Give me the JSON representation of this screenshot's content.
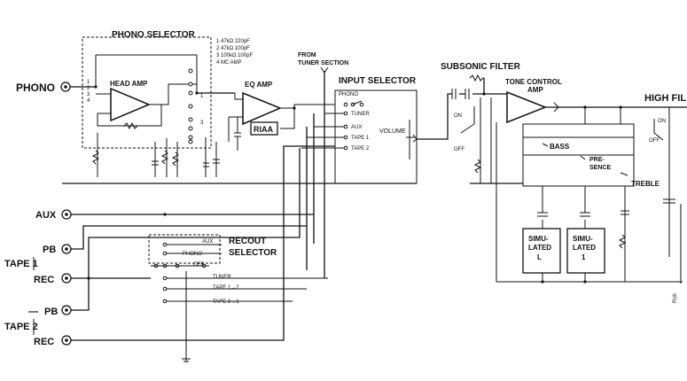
{
  "labels": {
    "phono_selector": "PHONO SELECTOR",
    "phono_opts": [
      "1  47kΩ 220pF",
      "2  47kΩ 100pF",
      "3  100kΩ 100pF",
      "4  MC AMP"
    ],
    "from_tuner": [
      "FROM",
      "TUNER SECTION"
    ],
    "input_selector": "INPUT SELECTOR",
    "subsonic_filter": "SUBSONIC FILTER",
    "tone_control_amp": [
      "TONE CONTROL",
      "AMP"
    ],
    "high_filter": "HIGH FIL",
    "phono": "PHONO",
    "head_amp": "HEAD AMP",
    "eq_amp": "EQ AMP",
    "riaa": "RIAA",
    "input_opts": [
      "PHONO",
      "TUNER",
      "AUX",
      "TAPE 1",
      "TAPE 2"
    ],
    "volume": "VOLUME",
    "on": "ON",
    "off": "OFF",
    "bass": "BASS",
    "presence": [
      "PRE-",
      "SENCE"
    ],
    "treble": "TREBLE",
    "aux": "AUX",
    "pb": "PB",
    "rec": "REC",
    "tape1": "TAPE 1",
    "tape2": "TAPE 2",
    "recout_selector": [
      "RECOUT",
      "SELECTOR"
    ],
    "recout_opts": [
      "AUX",
      "PHONO",
      "OFF",
      "TUNER",
      "TAPE 1→2",
      "TAPE 2→1"
    ],
    "simulated_l": [
      "SIMU-",
      "LATED",
      "L"
    ],
    "simulated_r": [
      "SIMU-",
      "LATED",
      "1"
    ],
    "rch": "Rch",
    "sw_nums": [
      "1",
      "2",
      "3",
      "4"
    ]
  }
}
